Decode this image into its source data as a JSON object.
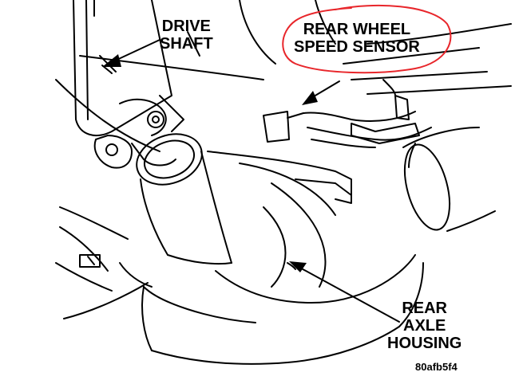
{
  "labels": {
    "drive_shaft": {
      "line1": "DRIVE",
      "line2": "SHAFT"
    },
    "rear_wheel_speed_sensor": {
      "line1": "REAR WHEEL",
      "line2": "SPEED SENSOR"
    },
    "rear_axle_housing": {
      "line1": "REAR",
      "line2": "AXLE",
      "line3": "HOUSING"
    },
    "figure_code": "80afb5f4"
  },
  "colors": {
    "line": "#000000",
    "highlight": "#e8262b",
    "background": "#ffffff"
  }
}
